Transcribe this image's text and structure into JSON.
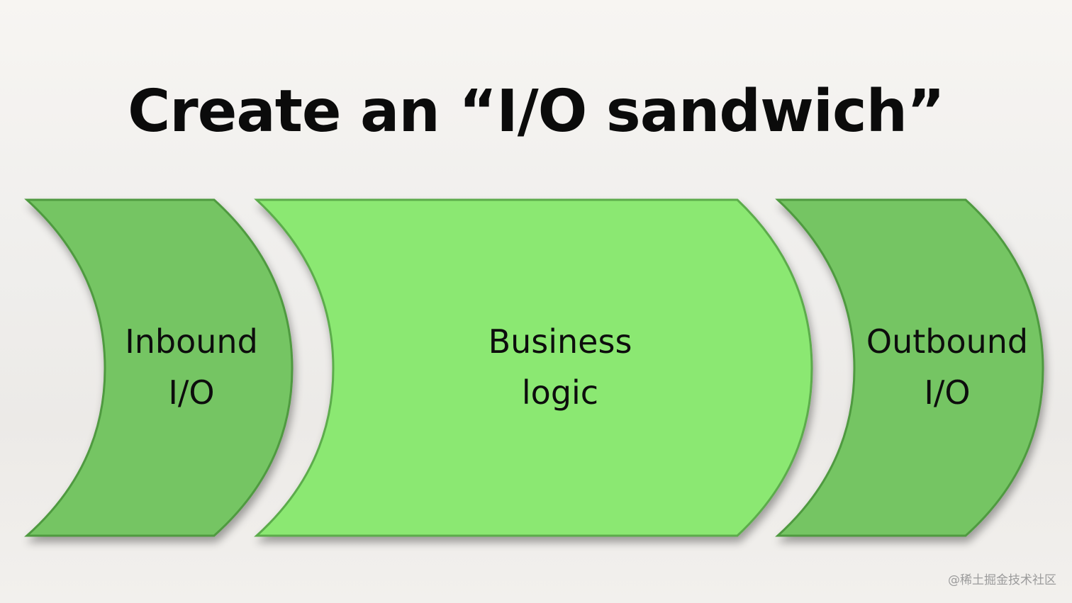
{
  "title": "Create an “I/O sandwich”",
  "stages": [
    {
      "id": "inbound",
      "lines": [
        "Inbound",
        "I/O"
      ],
      "fill": "#74c563",
      "stroke": "#4f9a40"
    },
    {
      "id": "business",
      "lines": [
        "Business",
        "logic"
      ],
      "fill": "#8be872",
      "stroke": "#5cac4c"
    },
    {
      "id": "outbound",
      "lines": [
        "Outbound",
        "I/O"
      ],
      "fill": "#74c563",
      "stroke": "#4f9a40"
    }
  ],
  "watermark": "@稀土掘金技术社区"
}
